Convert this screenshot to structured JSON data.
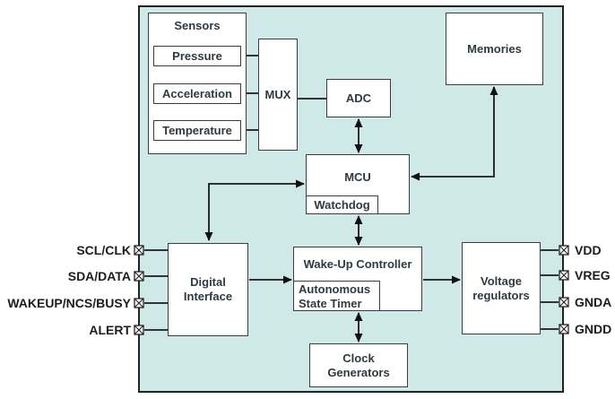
{
  "diagram": {
    "colors": {
      "chip_background": "#cfe9e9",
      "box_fill": "#ffffff",
      "line": "#1a1a1a"
    },
    "blocks": {
      "sensors": {
        "title": "Sensors",
        "items": [
          "Pressure",
          "Acceleration",
          "Temperature"
        ]
      },
      "mux": {
        "label": "MUX"
      },
      "adc": {
        "label": "ADC"
      },
      "memories": {
        "label": "Memories"
      },
      "mcu": {
        "label": "MCU",
        "sub": "Watchdog"
      },
      "digital_interface": {
        "label": "Digital Interface"
      },
      "wakeup_controller": {
        "label": "Wake-Up Controller",
        "sub": "Autonomous State Timer"
      },
      "voltage_regulators": {
        "label": "Voltage regulators"
      },
      "clock_generators": {
        "label": "Clock Generators"
      }
    },
    "pins_left": [
      "SCL/CLK",
      "SDA/DATA",
      "WAKEUP/NCS/BUSY",
      "ALERT"
    ],
    "pins_right": [
      "VDD",
      "VREG",
      "GNDA",
      "GNDD"
    ]
  }
}
